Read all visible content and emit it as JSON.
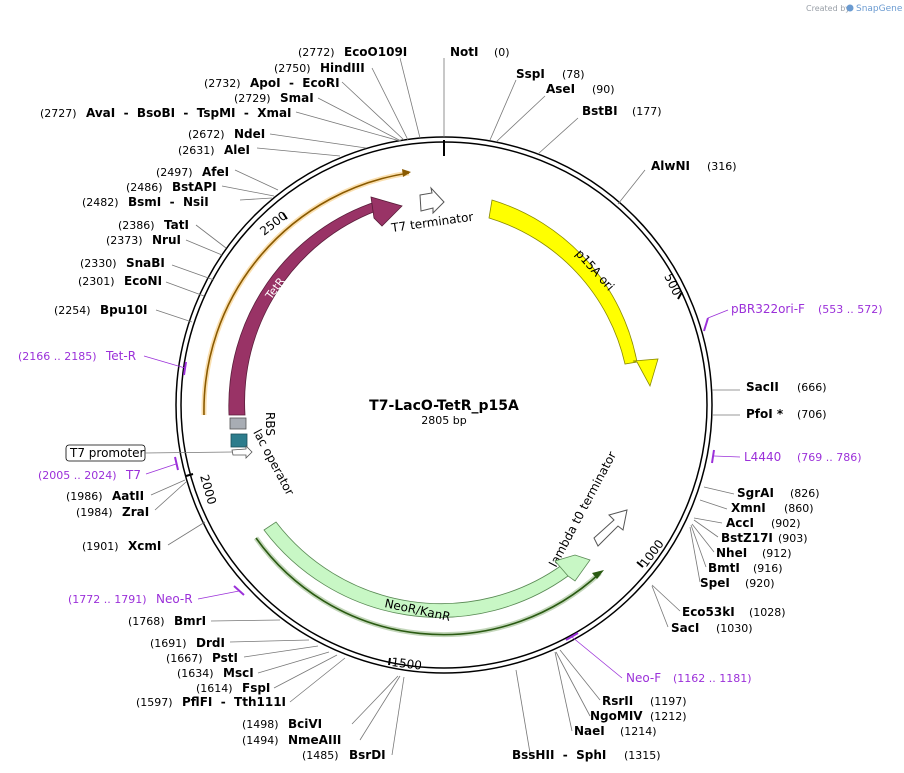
{
  "branding": {
    "created_by": "Created by",
    "app_name": "SnapGene"
  },
  "plasmid": {
    "name": "T7-LacO-TetR_p15A",
    "size_label": "2805 bp",
    "length": 2805
  },
  "ruler": [
    "500",
    "1000",
    "1500",
    "2000",
    "2500"
  ],
  "enzymes": [
    {
      "name": "NotI",
      "pos": "(0)"
    },
    {
      "name": "SspI",
      "pos": "(78)"
    },
    {
      "name": "AseI",
      "pos": "(90)"
    },
    {
      "name": "BstBI",
      "pos": "(177)"
    },
    {
      "name": "AlwNI",
      "pos": "(316)"
    },
    {
      "name": "SacII",
      "pos": "(666)"
    },
    {
      "name": "PfoI *",
      "pos": "(706)"
    },
    {
      "name": "SgrAI",
      "pos": "(826)"
    },
    {
      "name": "XmnI",
      "pos": "(860)"
    },
    {
      "name": "AccI",
      "pos": "(902)"
    },
    {
      "name": "BstZ17I",
      "pos": "(903)"
    },
    {
      "name": "NheI",
      "pos": "(912)"
    },
    {
      "name": "BmtI",
      "pos": "(916)"
    },
    {
      "name": "SpeI",
      "pos": "(920)"
    },
    {
      "name": "Eco53kI",
      "pos": "(1028)"
    },
    {
      "name": "SacI",
      "pos": "(1030)"
    },
    {
      "name": "RsrII",
      "pos": "(1197)"
    },
    {
      "name": "NgoMIV",
      "pos": "(1212)"
    },
    {
      "name": "NaeI",
      "pos": "(1214)"
    },
    {
      "name": "BssHII  -  SphI",
      "pos": "(1315)"
    },
    {
      "name": "BsrDI",
      "pos": "(1485)"
    },
    {
      "name": "NmeAIII",
      "pos": "(1494)"
    },
    {
      "name": "BciVI",
      "pos": "(1498)"
    },
    {
      "name": "PflFI  -  Tth111I",
      "pos": "(1597)"
    },
    {
      "name": "FspI",
      "pos": "(1614)"
    },
    {
      "name": "MscI",
      "pos": "(1634)"
    },
    {
      "name": "PstI",
      "pos": "(1667)"
    },
    {
      "name": "DrdI",
      "pos": "(1691)"
    },
    {
      "name": "BmrI",
      "pos": "(1768)"
    },
    {
      "name": "XcmI",
      "pos": "(1901)"
    },
    {
      "name": "ZraI",
      "pos": "(1984)"
    },
    {
      "name": "AatII",
      "pos": "(1986)"
    },
    {
      "name": "Bpu10I",
      "pos": "(2254)"
    },
    {
      "name": "EcoNI",
      "pos": "(2301)"
    },
    {
      "name": "SnaBI",
      "pos": "(2330)"
    },
    {
      "name": "NruI",
      "pos": "(2373)"
    },
    {
      "name": "TatI",
      "pos": "(2386)"
    },
    {
      "name": "BsmI  -  NsiI",
      "pos": "(2482)"
    },
    {
      "name": "BstAPI",
      "pos": "(2486)"
    },
    {
      "name": "AfeI",
      "pos": "(2497)"
    },
    {
      "name": "AleI",
      "pos": "(2631)"
    },
    {
      "name": "NdeI",
      "pos": "(2672)"
    },
    {
      "name": "AvaI  -  BsoBI  -  TspMI  -  XmaI",
      "pos": "(2727)"
    },
    {
      "name": "SmaI",
      "pos": "(2729)"
    },
    {
      "name": "ApoI  -  EcoRI",
      "pos": "(2732)"
    },
    {
      "name": "HindIII",
      "pos": "(2750)"
    },
    {
      "name": "EcoO109I",
      "pos": "(2772)"
    }
  ],
  "primers": [
    {
      "name": "pBR322ori-F",
      "range": "(553 .. 572)"
    },
    {
      "name": "L4440",
      "range": "(769 .. 786)"
    },
    {
      "name": "Neo-F",
      "range": "(1162 .. 1181)"
    },
    {
      "name": "Neo-R",
      "range": "(1772 .. 1791)"
    },
    {
      "name": "T7",
      "range": "(2005 .. 2024)"
    },
    {
      "name": "Tet-R",
      "range": "(2166 .. 2185)"
    }
  ],
  "features": {
    "t7_terminator": "T7 terminator",
    "p15a_ori": "p15A ori",
    "lambda_t0": "lambda t0 terminator",
    "neor_kanr": "NeoR/KanR",
    "tetr": "TetR",
    "rbs": "RBS",
    "lac_operator": "lac operator",
    "t7_promoter": "T7 promoter"
  },
  "colors": {
    "p15a_ori": "#ffff00",
    "neor_kanr": "#c8f7c5",
    "tetr": "#993366",
    "rbs": "#a8adb4",
    "lac_operator": "#2c7c8c",
    "orf_orange": "#f2a31b",
    "orf_green": "#3b7a1f",
    "primer": "#9b30d9"
  }
}
